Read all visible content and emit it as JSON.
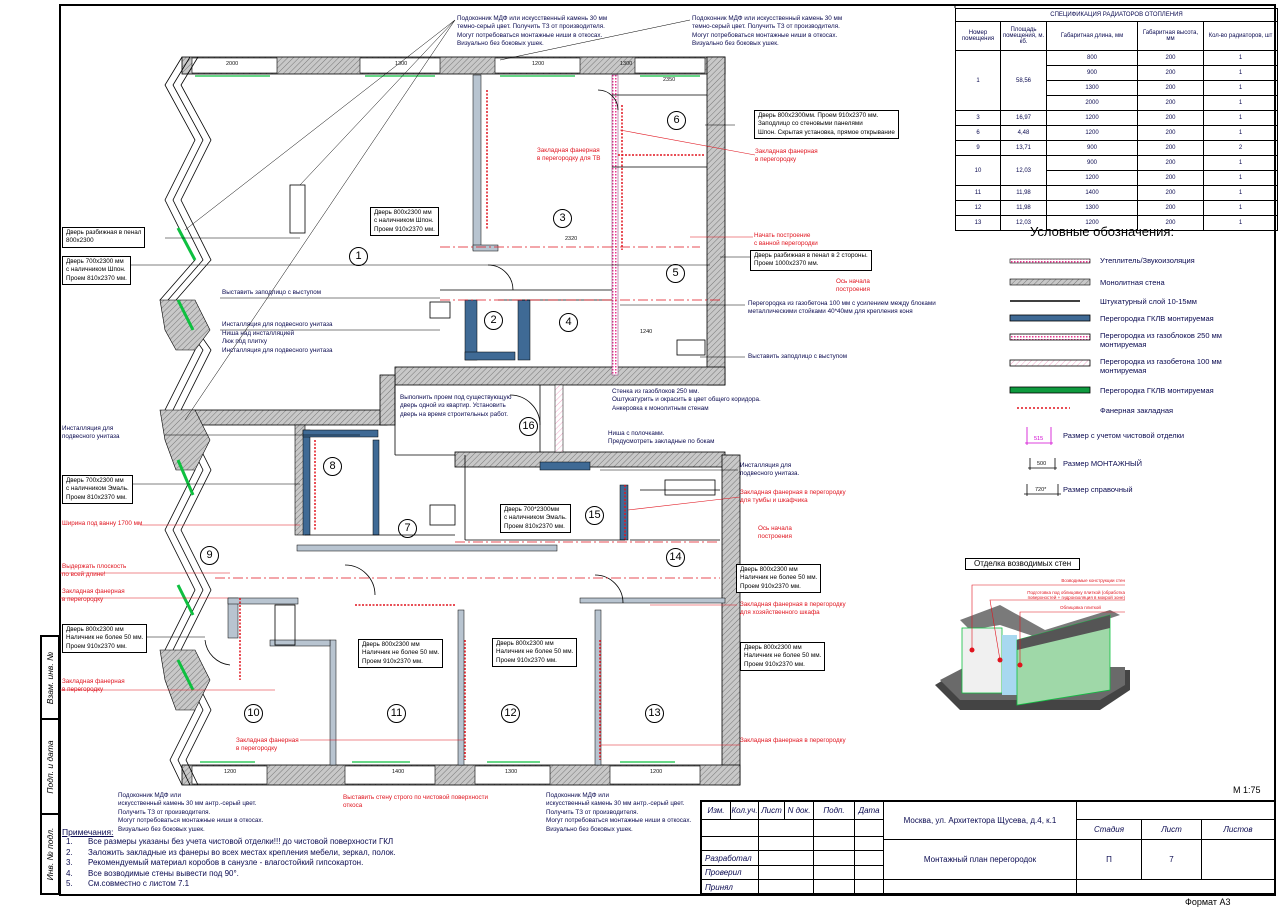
{
  "spec_table": {
    "title": "СПЕЦИФИКАЦИЯ РАДИАТОРОВ ОТОПЛЕНИЯ",
    "headers": [
      "Номер помещения",
      "Площадь помещения, м. кб.",
      "Габаритная длина, мм",
      "Габаритная высота, мм",
      "Кол-во радиаторов, шт"
    ],
    "groups": [
      {
        "room": "1",
        "area": "58,56",
        "rows": [
          [
            "800",
            "200",
            "1"
          ],
          [
            "900",
            "200",
            "1"
          ],
          [
            "1300",
            "200",
            "1"
          ],
          [
            "2000",
            "200",
            "1"
          ]
        ]
      },
      {
        "room": "3",
        "area": "16,97",
        "rows": [
          [
            "1200",
            "200",
            "1"
          ]
        ]
      },
      {
        "room": "6",
        "area": "4,48",
        "rows": [
          [
            "1200",
            "200",
            "1"
          ]
        ]
      },
      {
        "room": "9",
        "area": "13,71",
        "rows": [
          [
            "900",
            "200",
            "2"
          ]
        ]
      },
      {
        "room": "10",
        "area": "12,03",
        "rows": [
          [
            "900",
            "200",
            "1"
          ],
          [
            "1200",
            "200",
            "1"
          ]
        ]
      },
      {
        "room": "11",
        "area": "11,98",
        "rows": [
          [
            "1400",
            "200",
            "1"
          ]
        ]
      },
      {
        "room": "12",
        "area": "11,98",
        "rows": [
          [
            "1300",
            "200",
            "1"
          ]
        ]
      },
      {
        "room": "13",
        "area": "12,03",
        "rows": [
          [
            "1200",
            "200",
            "1"
          ]
        ]
      }
    ]
  },
  "legend": {
    "title": "Условные обозначения:",
    "items": [
      "Утеплитель/Звукоизоляция",
      "Монолитная стена",
      "Штукатурный слой 10-15мм",
      "Перегородка ГКЛВ монтируемая",
      "Перегородка из газоблоков 250 мм\nмонтируемая",
      "Перегородка из газобетона 100 мм\nмонтируемая",
      "Перегородка ГКЛВ монтируемая",
      "Фанерная закладная",
      "Размер с учетом чистовой отделки",
      "Размер МОНТАЖНЫЙ",
      "Размер справочный"
    ],
    "dim_samples": [
      "515",
      "500",
      "720*"
    ]
  },
  "colors": {
    "gkl": "#3f6a95",
    "gas250": "#e8368f",
    "gkl_green": "#0e9a3e",
    "red": "#e0141e",
    "wall": "#a8a8a8"
  },
  "detail": {
    "title": "Отделка возводимых стен",
    "callouts": [
      "Возводимые конструкции стен",
      "Подготовка под облицовку плиткой (обработка поверхностей + гидроизоляция в мокрой зоне)",
      "Облицовка плиткой"
    ]
  },
  "scale": "М 1:75",
  "title_block": {
    "headers": [
      "Изм.",
      "Кол.уч.",
      "Лист",
      "N док.",
      "Подп.",
      "Дата"
    ],
    "roles": [
      "Разработал",
      "Проверил",
      "Принял"
    ],
    "address": "Москва, ул. Архитектора Щусева, д.4, к.1",
    "sheet_title": "Монтажный план перегородок",
    "stage_label": "Стадия",
    "sheet_label": "Лист",
    "sheets_label": "Листов",
    "stage": "П",
    "sheet": "7"
  },
  "format": "Формат А3",
  "stamps": [
    "Взам. инв. №",
    "Подп. и дата",
    "Инв. № подл."
  ],
  "notes": {
    "title": "Примечания:",
    "items": [
      "Все размеры указаны без учета чистовой отделки!!! до чистовой поверхности ГКЛ",
      "Заложить закладные из фанеры во всех местах крепления мебели, зеркал, полок.",
      "Рекомендуемый материал коробов в санузле - влагостойкий гипсокартон.",
      "Все возводимые стены вывести под 90°.",
      "См.совместно с листом 7.1"
    ]
  },
  "rooms": [
    "1",
    "2",
    "3",
    "4",
    "5",
    "6",
    "7",
    "8",
    "9",
    "10",
    "11",
    "12",
    "13",
    "14",
    "15",
    "16"
  ],
  "dims": [
    "2000",
    "1300",
    "1200",
    "1300",
    "2350",
    "1200",
    "1400",
    "1300",
    "1200",
    "2320",
    "1240"
  ],
  "annotations": {
    "sill_top_1": "Подоконник МДФ или искусственный камень 30 мм\nтемно-серый цвет. Получить ТЗ от производителя.\nМогут потребоваться монтажные ниши в откосах.\nВизуально без боковых ушек.",
    "sill_top_2": "Подоконник МДФ или искусственный камень 30 мм\nтемно-серый цвет. Получить ТЗ от производителя.\nМогут потребоваться монтажные ниши в откосах.\nВизуально без боковых ушек.",
    "door_room6": "Дверь 800х2300мм. Проем 910х2370 мм.\nЗаподлицо со стеновыми панелями\nШпон. Скрытая установка, прямое открывание",
    "plywood_room6": "Закладная фанерная\nв перегородку",
    "plywood_tv": "Закладная фанерная\nв перегородку для ТВ",
    "door_room3": "Дверь 800х2300 мм\nс наличником Шпон.\nПроем 910х2370 мм.",
    "start_bath": "Начать построение\nс ванной перегородки",
    "door_slide_room5": "Дверь разбижная в пенал в 2 стороны.\nПроем 1000х2370 мм.",
    "axis_1": "Ось начала\nпостроения",
    "aerated_wall": "Перегородка из газобетона 100 мм с усилением между блоками\nметаллическими стойками 40*40мм для крепления коня",
    "flush_right": "Выставить заподлицо с выступом",
    "door_slide_left": "Дверь разбижная в пенал\n800х2300",
    "door_700_veneer": "Дверь 700х2300 мм\nс наличником Шпон.\nПроем 810х2370 мм.",
    "flush_left": "Выставить заподлицо с выступом",
    "install_1": "Инсталляция для подвесного унитаза",
    "niche_hatch": "Ниша над инсталляцией\nЛюк под плитку",
    "install_2": "Инсталляция для подвесного унитаза",
    "existing_door": "Выполнить проем под существующую\nдверь одной из квартир. Установить\nдверь на время строительных работ.",
    "block_wall": "Стенка из газоблоков 250 мм.\nОштукатурить и окрасить в цвет общего коридора.\nАнкеровка к монолитным стенам",
    "shelf_niche": "Ниша с полочками.\nПредусмотреть закладные по бокам",
    "install_left": "Инсталляция для\nподвесного унитаза",
    "door_700_enamel": "Дверь 700х2300 мм\nс наличником Эмаль.\nПроем 810х2370 мм.",
    "bath_width": "Ширина под ванну 1700 мм",
    "install_15": "Инсталляция для\nподвесного унитаза.",
    "plywood_vanity": "Закладная фанерная в перегородку\nдля тумбы и шкафчика",
    "door_15": "Дверь 700*2300мм\nс наличником Эмаль.\nПроем 810х2370 мм.",
    "axis_2": "Ось начала\nпостроения",
    "flat_plane": "Выдержать плоскость\nпо всей длине!",
    "plywood_9": "Закладная фанерная\nв перегородку",
    "door_800_a": "Дверь 800х2300 мм\nНаличник не более 50 мм.\nПроем 910х2370 мм.",
    "plywood_closet": "Закладная фанерная в перегородку\nдля хозяйственного шкафа",
    "door_800_b": "Дверь 800х2300 мм\nНаличник не более 50 мм.\nПроем 910х2370 мм.",
    "door_800_c": "Дверь 800х2300 мм\nНаличник не более 50 мм.\nПроем 910х2370 мм.",
    "door_800_d": "Дверь 800х2300 мм\nНаличник не более 50 мм.\nПроем 910х2370 мм.",
    "door_800_e": "Дверь 800х2300 мм\nНаличник не более 50 мм.\nПроем 910х2370 мм.",
    "plywood_10a": "Закладная фанерная\nв перегородку",
    "plywood_10b": "Закладная фанерная\nв перегородку",
    "plywood_13": "Закладная фанерная в перегородку",
    "sill_bottom_1": "Подоконник МДФ или\nискусственный камень 30 мм антр.-серый цвет.\nПолучить ТЗ от производителя.\nМогут потребоваться монтажные ниши в откосах.\nВизуально без боковых ушек.",
    "wall_reveal": "Выставить стену строго по чистовой поверхности\nоткоса",
    "sill_bottom_2": "Подоконник МДФ или\nискусственный камень 30 мм антр.-серый цвет.\nПолучить ТЗ от производителя.\nМогут потребоваться монтажные ниши в откосах.\nВизуально без боковых ушек."
  }
}
